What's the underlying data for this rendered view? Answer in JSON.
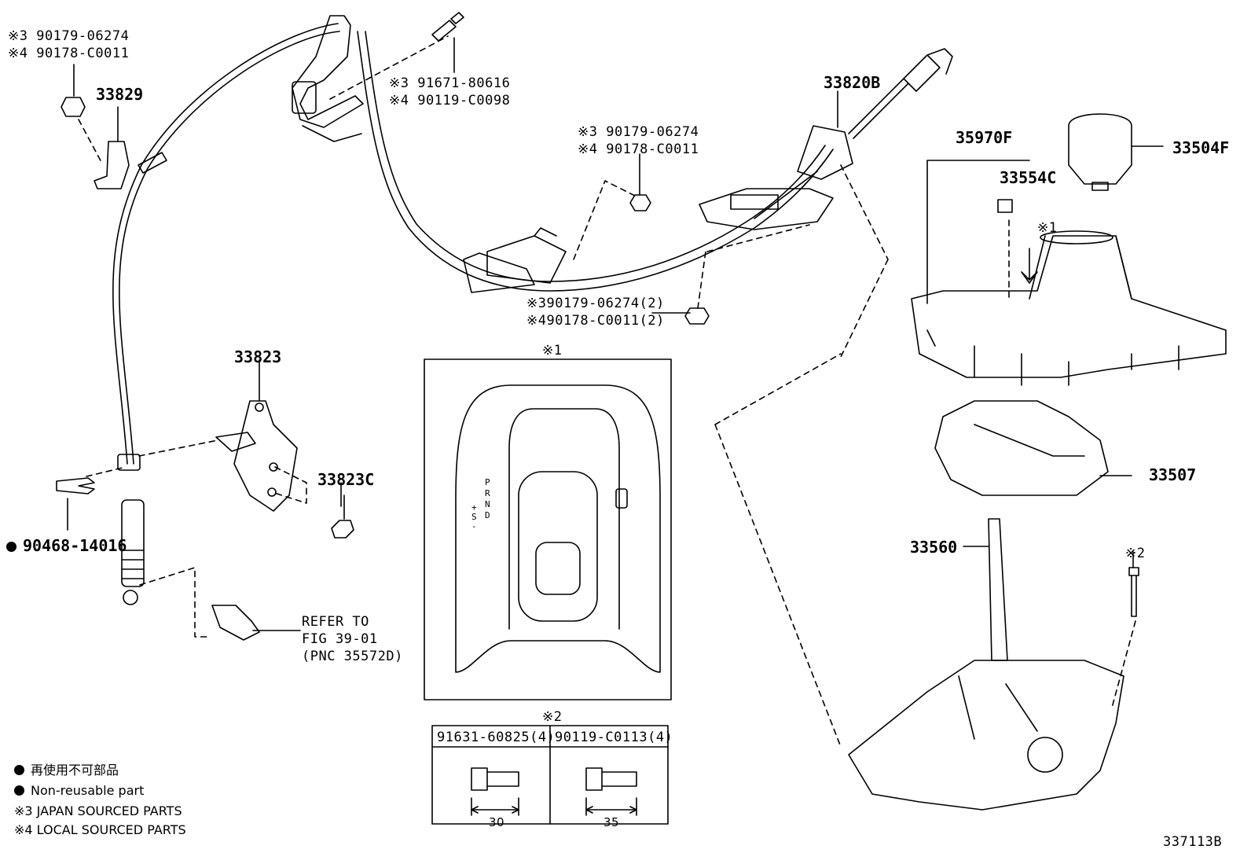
{
  "labels": {
    "nut_top_left": {
      "j": "※3 90179-06274",
      "l": "※4 90178-C0011"
    },
    "p33829": "33829",
    "bolt_top": {
      "j": "※3 91671-80616",
      "l": "※4 90119-C0098"
    },
    "nut_mid": {
      "j": "※3 90179-06274",
      "l": "※4 90178-C0011"
    },
    "p33820b": "33820B",
    "nut_bottom": {
      "j": "※390179-06274(2)",
      "l": "※490178-C0011(2)"
    },
    "p35970f": "35970F",
    "p33554c": "33554C",
    "p33504f": "33504F",
    "note1_arrow": "※1",
    "p33823": "33823",
    "p33823c": "33823C",
    "p90468": "90468-14016",
    "p33507": "33507",
    "p33560": "33560",
    "note2_bolt": "※2",
    "refer": {
      "l1": "REFER TO",
      "l2": "FIG 39-01",
      "l3": "(PNC 35572D)"
    },
    "figure_id": "337113B"
  },
  "detail1": {
    "title": "※1",
    "gate": {
      "p": "P",
      "r": "R",
      "n": "N",
      "d": "D",
      "plus": "+",
      "s": "S",
      "minus": "-"
    }
  },
  "detail2": {
    "title": "※2",
    "columns": [
      {
        "part": "91631-60825(4)",
        "length": "30"
      },
      {
        "part": "90119-C0113(4)",
        "length": "35"
      }
    ]
  },
  "legend": {
    "reuse_jp": "再使用不可部品",
    "reuse_en": "Non-reusable part",
    "japan": "※3 JAPAN SOURCED PARTS",
    "local": "※4 LOCAL SOURCED PARTS"
  }
}
